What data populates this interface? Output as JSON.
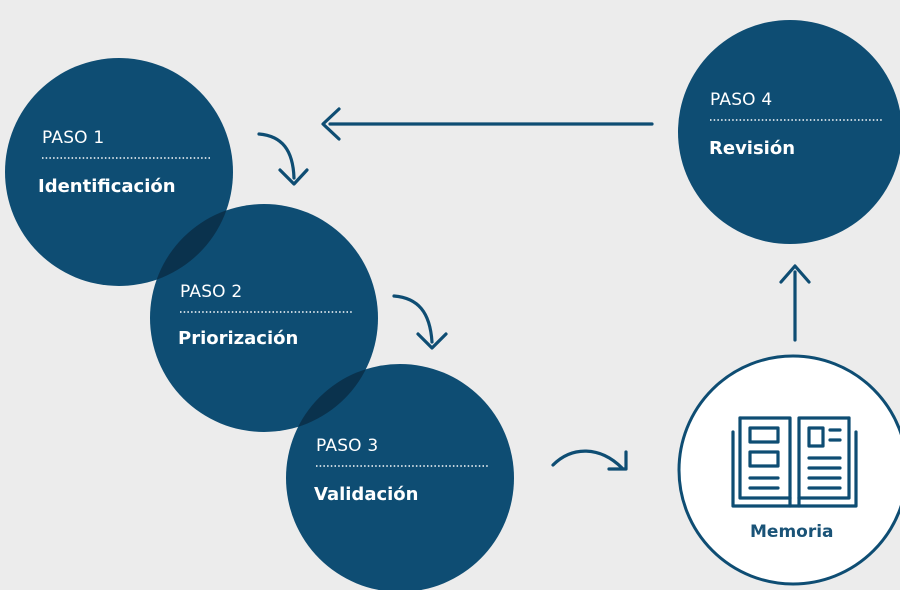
{
  "colors": {
    "background": "#ececec",
    "circle_fill": "#0e4d73",
    "overlap_fill": "#0a324d",
    "arrow": "#0e4d73",
    "text_on_dark": "#ffffff",
    "memoria_text": "#1a5377"
  },
  "steps": [
    {
      "label": "PASO 1",
      "name": "Identificación"
    },
    {
      "label": "PASO 2",
      "name": "Priorización"
    },
    {
      "label": "PASO 3",
      "name": "Validación"
    },
    {
      "label": "PASO 4",
      "name": "Revisión"
    }
  ],
  "memoria": {
    "label": "Memoria",
    "icon": "open-book-icon"
  }
}
